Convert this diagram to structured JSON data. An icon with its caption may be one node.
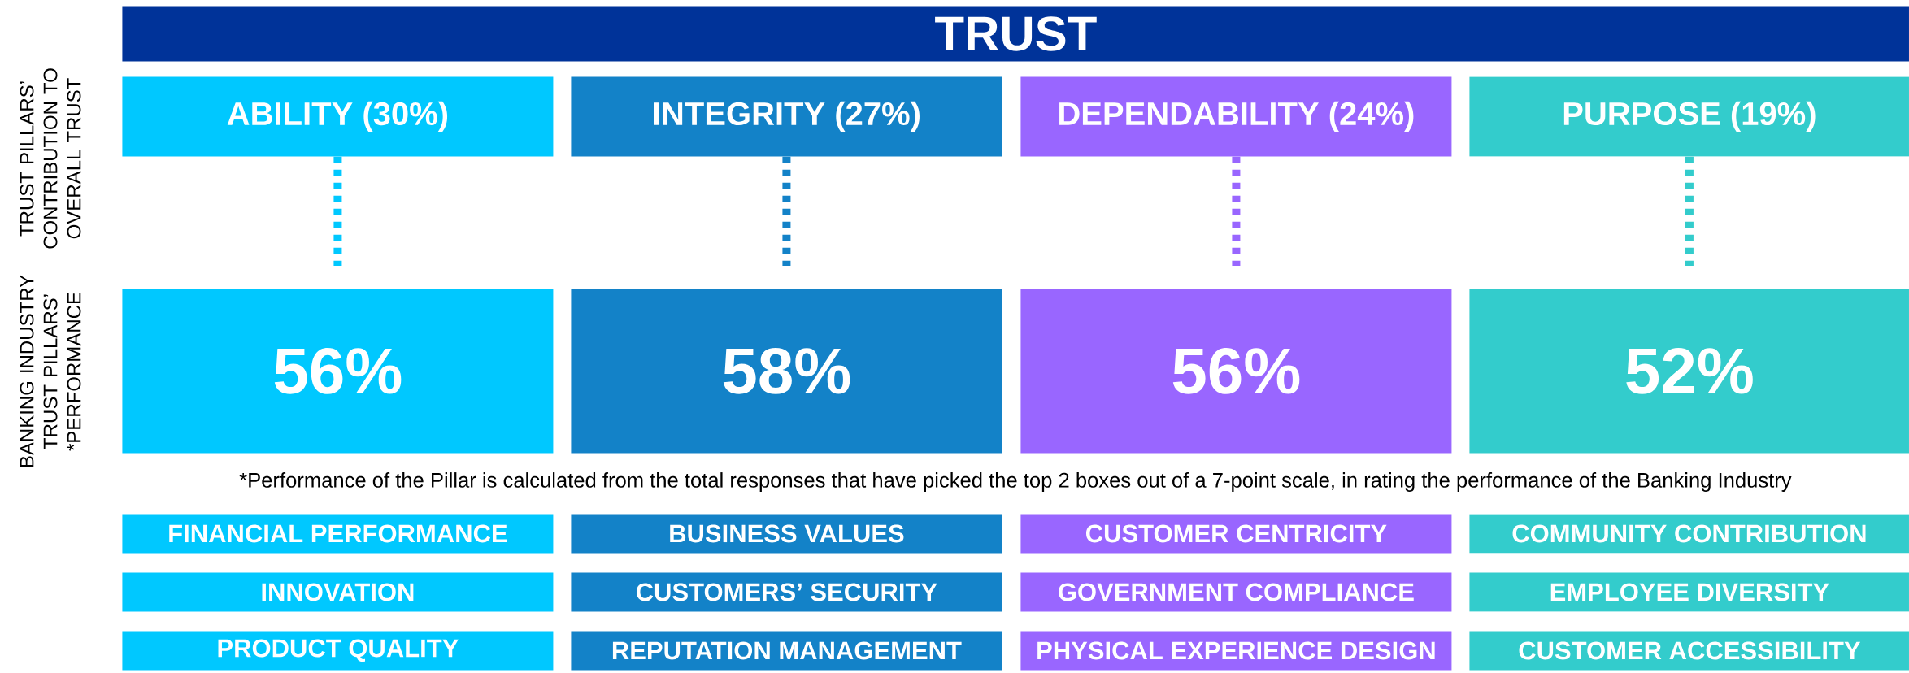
{
  "diagram": {
    "nodes": [
      {
        "text": [
          "TRUST"
        ]
      },
      {
        "text": [
          "ABILITY (30%)"
        ]
      },
      {
        "text": [
          "INTEGRITY (27%)"
        ]
      },
      {
        "text": [
          "DEPENDABILITY (24%)"
        ]
      },
      {
        "text": [
          "PURPOSE (19%)"
        ]
      },
      {
        "text": [
          "56%"
        ]
      },
      {
        "text": [
          "58%"
        ]
      },
      {
        "text": [
          "56%"
        ]
      },
      {
        "text": [
          "52%"
        ]
      },
      {
        "text": [
          "FINANCIAL PERFORMANCE"
        ]
      },
      {
        "text": [
          "BUSINESS VALUES"
        ]
      },
      {
        "text": [
          "CUSTOMER CENTRICITY"
        ]
      },
      {
        "text": [
          "COMMUNITY CONTRIBUTION"
        ]
      },
      {
        "text": [
          "INNOVATION"
        ]
      },
      {
        "text": [
          "CUSTOMERS’ SECURITY"
        ]
      },
      {
        "text": [
          "GOVERNMENT COMPLIANCE"
        ]
      },
      {
        "text": [
          "EMPLOYEE DIVERSITY"
        ]
      },
      {
        "text": [
          "PRODUCT QUALITY"
        ]
      },
      {
        "text": [
          "REPUTATION MANAGEMENT"
        ]
      },
      {
        "text": [
          "PHYSICAL EXPERIENCE DESIGN"
        ]
      },
      {
        "text": [
          "CUSTOMER ACCESSIBILITY"
        ]
      }
    ],
    "edges": [
      {
        "from": 1,
        "to": 5,
        "arrow": "none",
        "style": "dashed",
        "color": "#00c8ff"
      },
      {
        "from": 2,
        "to": 6,
        "arrow": "none",
        "style": "dashed",
        "color": "#1382c8"
      },
      {
        "from": 3,
        "to": 7,
        "arrow": "none",
        "style": "dashed",
        "color": "#9966ff"
      },
      {
        "from": 4,
        "to": 8,
        "arrow": "none",
        "style": "dashed",
        "color": "#33cccc"
      }
    ],
    "labels": [
      "TRUST PILLARS’ CONTRIBUTION TO OVERALL TRUST",
      "BANKING INDUSTRY TRUST PILLARS’ *PERFORMANCE",
      "*Performance of the Pillar is calculated from the total responses that have picked the top 2 boxes out of a 7-point scale, in rating the performance of the Banking Industry"
    ]
  }
}
